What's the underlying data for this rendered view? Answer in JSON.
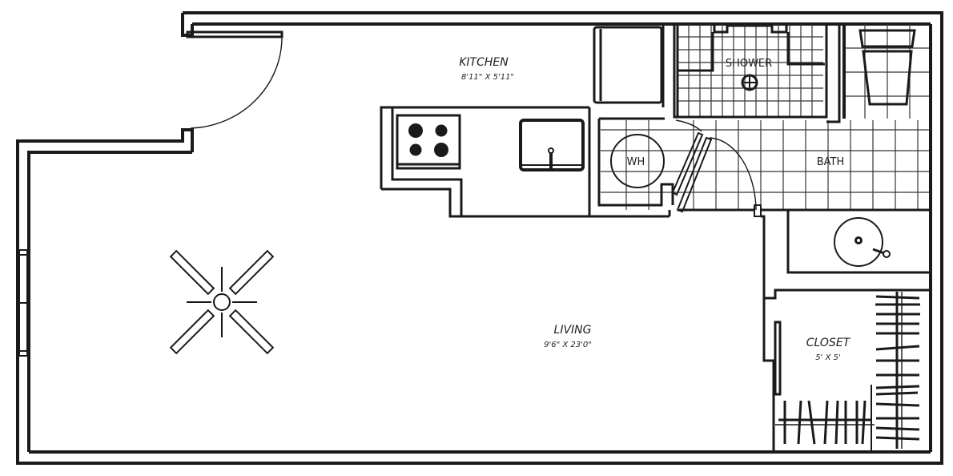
{
  "plan": {
    "rooms": {
      "kitchen": {
        "name": "KITCHEN",
        "dimensions": "8'11\" X 5'11\""
      },
      "living": {
        "name": "LIVING",
        "dimensions": "9'6\" X 23'0\""
      },
      "closet": {
        "name": "CLOSET",
        "dimensions": "5' X 5'"
      },
      "shower": {
        "name": "SHOWER"
      },
      "bath": {
        "name": "BATH"
      }
    },
    "fixtures": {
      "water_heater": {
        "label": "WH"
      }
    },
    "icons": [
      "ceiling-fan-icon",
      "cooktop-icon",
      "kitchen-sink-icon",
      "refrigerator-icon",
      "shower-drain-icon",
      "toilet-icon",
      "bathroom-sink-icon",
      "water-heater-icon",
      "closet-rod-icon",
      "door-swing-icon",
      "window-icon"
    ],
    "colors": {
      "wall": "#1a1a1a",
      "background": "#ffffff",
      "text": "#222222"
    }
  }
}
